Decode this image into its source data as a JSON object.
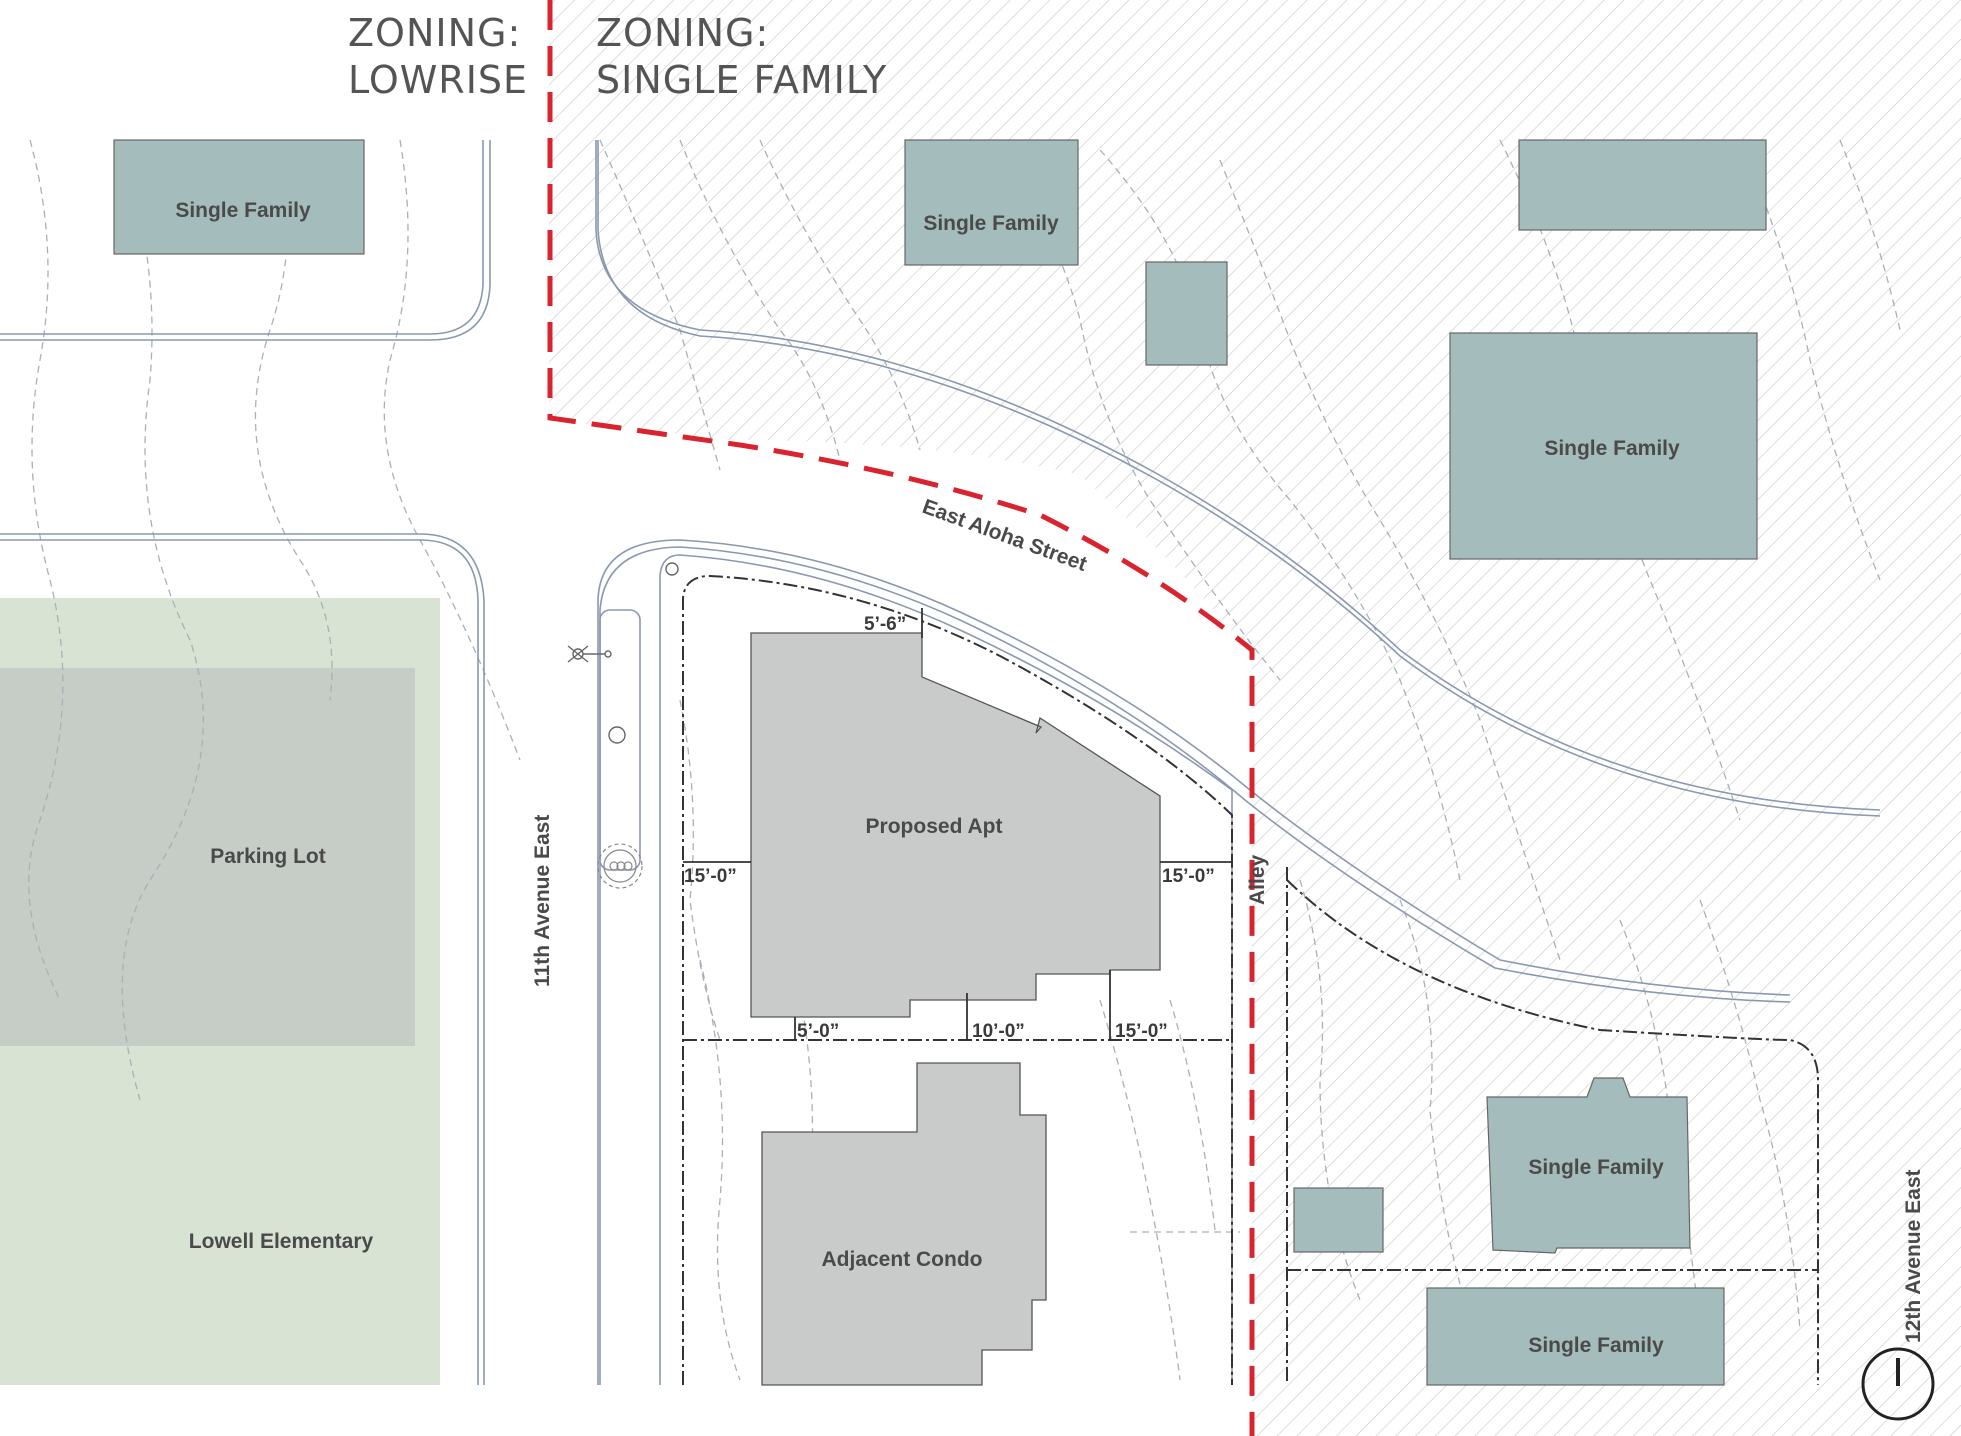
{
  "zones": {
    "left": {
      "line1": "ZONING:",
      "line2": "LOWRISE"
    },
    "right": {
      "line1": "ZONING:",
      "line2": "SINGLE FAMILY"
    },
    "boundary_color": "#d9232e"
  },
  "streets": {
    "aloha": "East Aloha Street",
    "eleventh": "11th Avenue East",
    "twelfth": "12th Avenue East",
    "alley": "Alley"
  },
  "buildings": {
    "sf_top_left": "Single Family",
    "sf_top_mid": "Single Family",
    "sf_right_large": "Single Family",
    "sf_bottom_right_1": "Single Family",
    "sf_bottom_right_2": "Single Family",
    "parking": "Parking Lot",
    "school": "Lowell Elementary",
    "proposed": "Proposed Apt",
    "condo": "Adjacent Condo"
  },
  "setbacks": {
    "top": "5’-6”",
    "left": "15’-0”",
    "right": "15’-0”",
    "bottom_left": "5’-0”",
    "bottom_mid": "10’-0”",
    "bottom_right": "15’-0”"
  },
  "colors": {
    "single_family_fill": "#a5bcbd",
    "proposed_fill": "#c9caca",
    "school_fill": "#d8e3d3",
    "parking_fill": "#c6ccc6",
    "hatch": "#c4c4c4"
  },
  "icons": [
    "north-arrow-icon",
    "hydrant-icon",
    "tree-icon"
  ]
}
